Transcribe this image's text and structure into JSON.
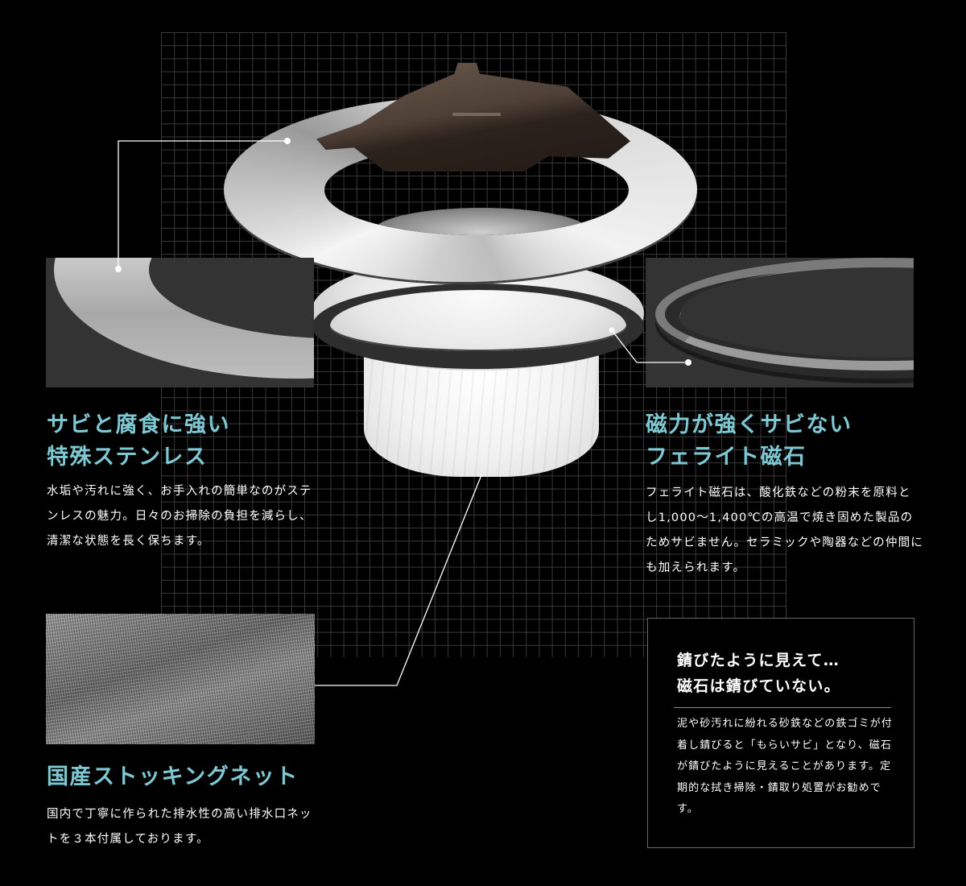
{
  "colors": {
    "background": "#000000",
    "accent_heading": "#7ec8d4",
    "grid_line": "#3a3a3a",
    "inset_bg": "#333333",
    "note_border": "#6a6a6a"
  },
  "product": {
    "parts": [
      "cap-icon",
      "stainless-ring",
      "ferrite-magnet-ring",
      "stocking-net"
    ]
  },
  "features": {
    "stainless": {
      "title": "サビと腐食に強い\n特殊ステンレス",
      "text": "水垢や汚れに強く、お手入れの簡単なのがステンレスの魅力。日々のお掃除の負担を減らし、清潔な状態を長く保ちます。"
    },
    "magnet": {
      "title": "磁力が強くサビない\nフェライト磁石",
      "text": "フェライト磁石は、酸化鉄などの粉末を原料とし1,000～1,400℃の高温で焼き固めた製品のためサビません。セラミックや陶器などの仲間にも加えられます。"
    },
    "net": {
      "title": "国産ストッキングネット",
      "text": "国内で丁寧に作られた排水性の高い排水口ネットを３本付属しております。"
    }
  },
  "note": {
    "title": "錆びたように見えて…\n磁石は錆びていない。",
    "text": "泥や砂汚れに紛れる砂鉄などの鉄ゴミが付着し錆びると「もらいサビ」となり、磁石が錆びたように見えることがあります。定期的な拭き掃除・錆取り処置がお勧めです。"
  }
}
